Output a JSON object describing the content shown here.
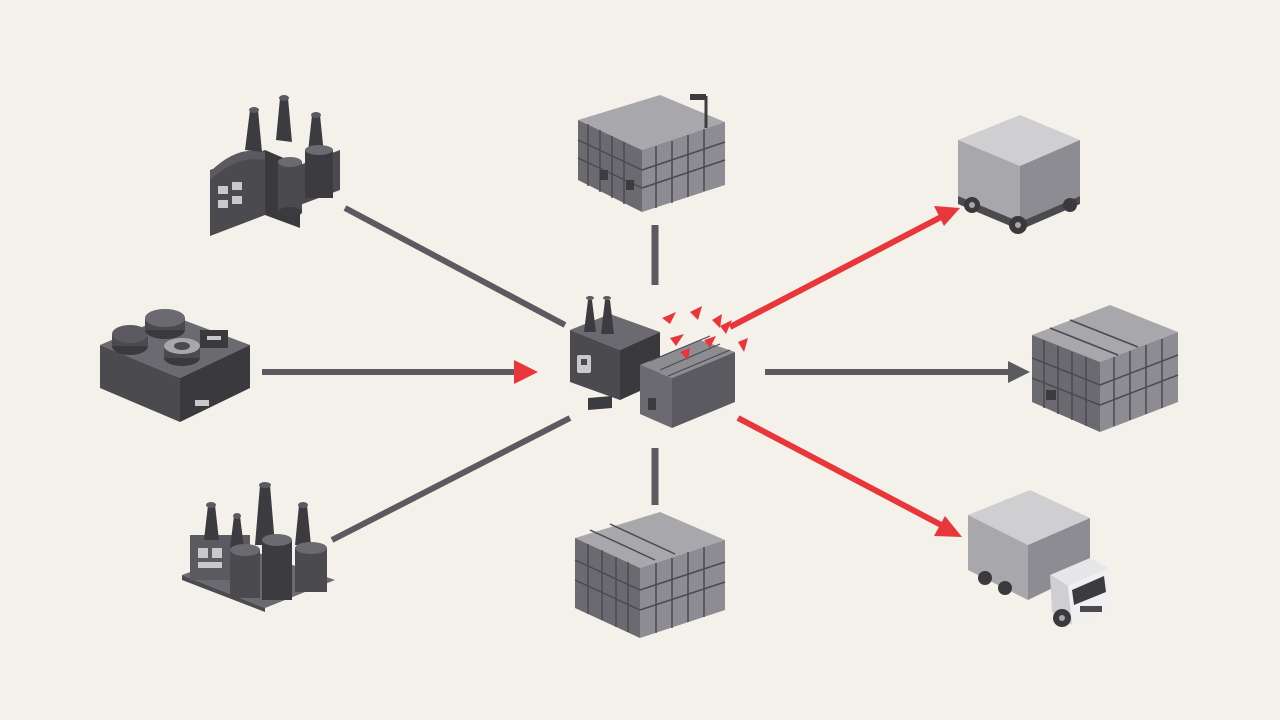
{
  "palette": {
    "background": "#f4f1ea",
    "connector": "#5a5a60",
    "disrupted": "#e8363a",
    "dark": "#3c3c40",
    "mid": "#6a6a70",
    "light": "#a8a8ac",
    "lighter": "#cfcfd1"
  },
  "nodes": [
    {
      "id": "factory-top-left",
      "icon": "refinery-icon",
      "role": "supplier"
    },
    {
      "id": "plant-mid-left",
      "icon": "processing-plant-icon",
      "role": "supplier"
    },
    {
      "id": "power-plant-bottom-left",
      "icon": "power-plant-icon",
      "role": "supplier"
    },
    {
      "id": "warehouse-top",
      "icon": "warehouse-icon",
      "role": "storage"
    },
    {
      "id": "hub",
      "icon": "hub-factory-icon",
      "role": "hub"
    },
    {
      "id": "warehouse-bottom",
      "icon": "warehouse-icon",
      "role": "storage"
    },
    {
      "id": "trailer-top-right",
      "icon": "trailer-icon",
      "role": "distribution",
      "status": "disrupted"
    },
    {
      "id": "warehouse-right",
      "icon": "warehouse-icon",
      "role": "distribution",
      "status": "normal"
    },
    {
      "id": "truck-bottom-right",
      "icon": "truck-icon",
      "role": "distribution",
      "status": "disrupted"
    }
  ],
  "links": [
    {
      "from": "factory-top-left",
      "to": "hub",
      "status": "normal",
      "arrow": false
    },
    {
      "from": "plant-mid-left",
      "to": "hub",
      "status": "normal",
      "arrow": true
    },
    {
      "from": "power-plant-bottom-left",
      "to": "hub",
      "status": "normal",
      "arrow": false
    },
    {
      "from": "warehouse-top",
      "to": "hub",
      "status": "normal",
      "arrow": false
    },
    {
      "from": "warehouse-bottom",
      "to": "hub",
      "status": "normal",
      "arrow": false
    },
    {
      "from": "hub",
      "to": "trailer-top-right",
      "status": "disrupted",
      "arrow": true
    },
    {
      "from": "hub",
      "to": "warehouse-right",
      "status": "normal",
      "arrow": true
    },
    {
      "from": "hub",
      "to": "truck-bottom-right",
      "status": "disrupted",
      "arrow": true
    }
  ]
}
